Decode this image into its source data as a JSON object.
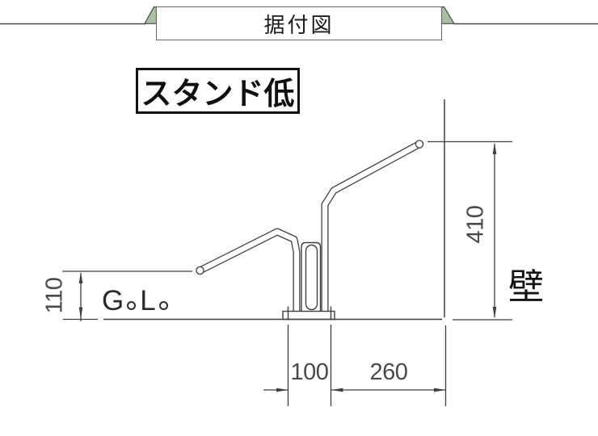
{
  "sheet": {
    "title": "据付図"
  },
  "drawing": {
    "stand_label": "スタンド低",
    "ground_level_label": {
      "full": "G。L。",
      "g": "G",
      "l": "L"
    },
    "wall_label": "壁",
    "dimensions": {
      "wall_height": "410",
      "front_height": "110",
      "base_width": "100",
      "wall_offset": "260"
    }
  },
  "colors": {
    "background": "#ffffff",
    "line": "#3f3f3f",
    "dimension_text": "#4a4a4a",
    "label_text": "#141414",
    "tab_green": "#a9bfa1"
  }
}
